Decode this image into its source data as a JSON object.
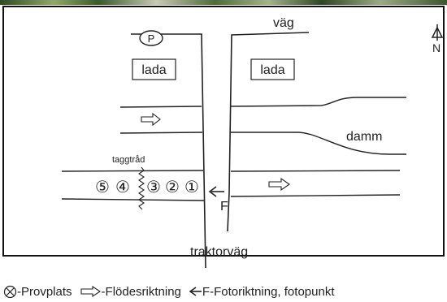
{
  "map": {
    "labels": {
      "road": "väg",
      "north": "N",
      "parking": "P",
      "barn_left": "lada",
      "barn_right": "lada",
      "pond": "damm",
      "barbed_wire": "taggtråd",
      "photo_point": "F",
      "tractor_road": "traktorväg"
    },
    "sample_sites": [
      "⑤",
      "④",
      "③",
      "②",
      "①"
    ]
  },
  "legend": {
    "sample_site": "-Provplats",
    "flow_direction": "-Flödesriktning",
    "photo_direction": "F-Fotoriktning, fotopunkt"
  }
}
